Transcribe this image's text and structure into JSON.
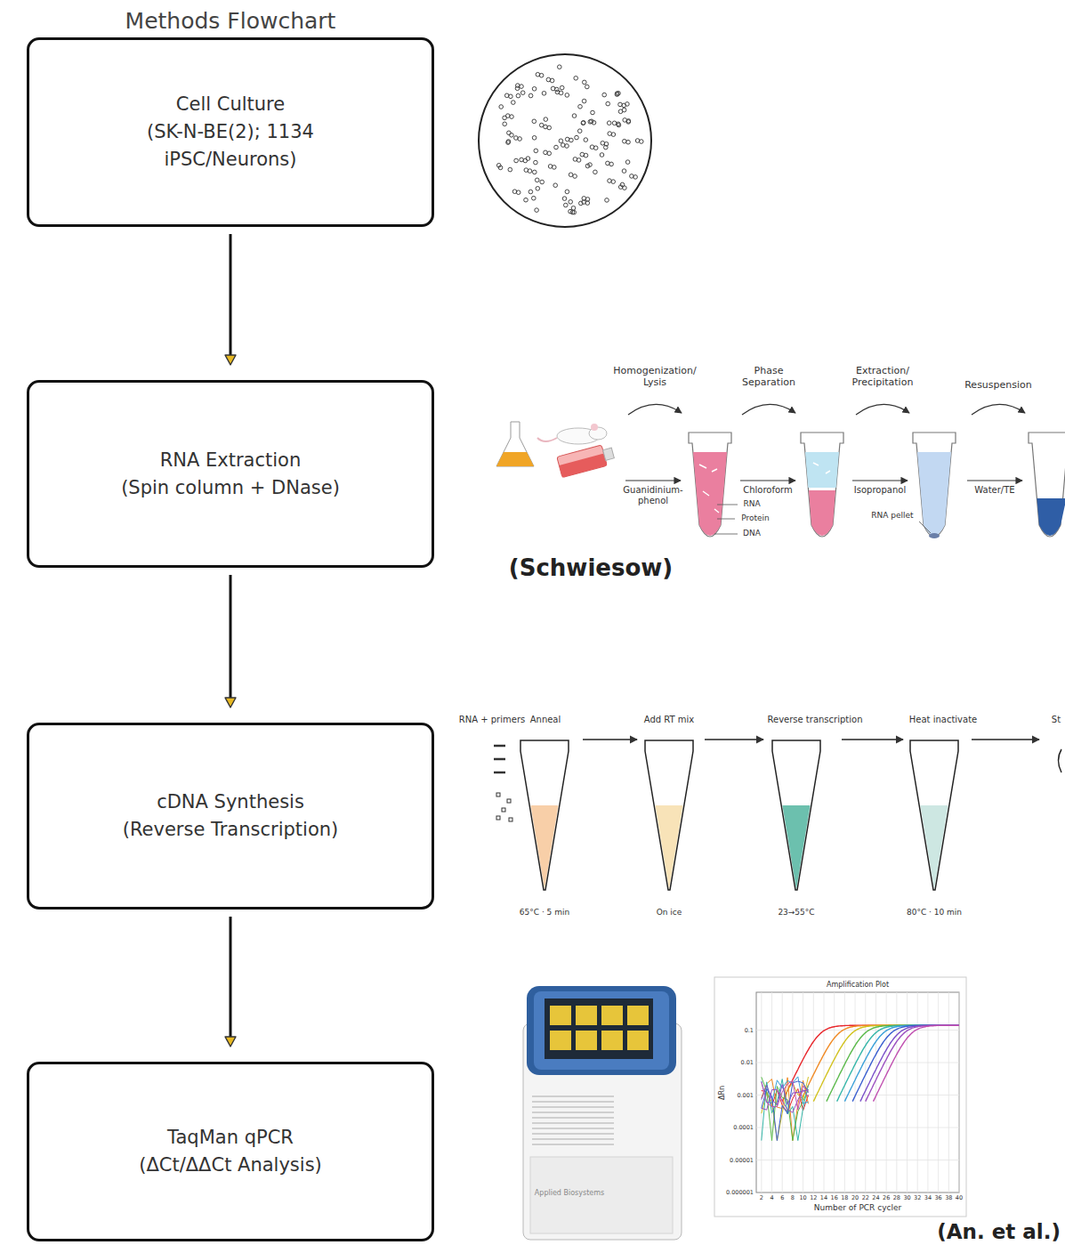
{
  "diagram": {
    "title": "Methods Flowchart",
    "nodes": [
      {
        "text": [
          "Cell Culture",
          "(SK-N-BE(2); 1134 iPSC/Neurons)"
        ]
      },
      {
        "text": [
          "RNA Extraction",
          "(Spin column + DNase)"
        ]
      },
      {
        "text": [
          "cDNA Synthesis",
          "(Reverse Transcription)"
        ]
      },
      {
        "text": [
          "TaqMan qPCR",
          "(ΔCt/ΔΔCt Analysis)"
        ]
      }
    ],
    "edges": [
      {
        "from": 0,
        "to": 1,
        "arrow": "to"
      },
      {
        "from": 1,
        "to": 2,
        "arrow": "to"
      },
      {
        "from": 2,
        "to": 3,
        "arrow": "to"
      }
    ],
    "labels": [
      "Homogenization/ Lysis",
      "Phase Separation",
      "Extraction/ Precipitation",
      "Resuspension",
      "Guanidinium- phenol",
      "Chloroform",
      "Isopropanol",
      "Water/TE",
      "RNA",
      "Protein",
      "DNA",
      "RNA pellet",
      "(Schwiesow)",
      "RNA + primers",
      "Anneal",
      "Add RT mix",
      "Reverse transcription",
      "Heat inactivate",
      "St",
      "65°C · 5 min",
      "On ice",
      "23→55°C",
      "80°C · 10 min",
      "Applied Biosystems",
      "Amplification Plot",
      "0.1",
      "0.01",
      "0.001",
      "0.0001",
      "0.00001",
      "0.000001",
      "ΔRn",
      "2",
      "4",
      "6",
      "8",
      "10",
      "12",
      "14",
      "16",
      "18",
      "20",
      "22",
      "24",
      "26",
      "28",
      "30",
      "32",
      "34",
      "36",
      "38",
      "40",
      "Number of PCR cycler",
      "(An. et al.)"
    ]
  }
}
